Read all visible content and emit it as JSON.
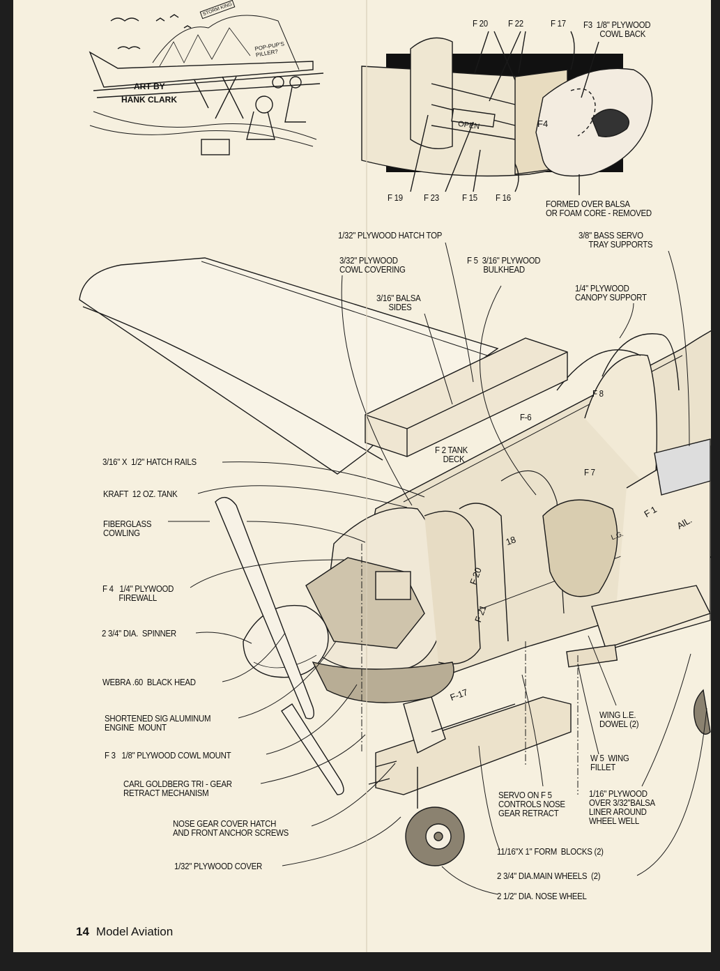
{
  "page": {
    "number": "14",
    "publication": "Model Aviation"
  },
  "cartoon": {
    "credit_line1": "ART BY",
    "credit_line2": "HANK CLARK",
    "sign": "STORM KING",
    "speech": "POP-PUP'S\nPILLER?"
  },
  "inset": {
    "callouts": [
      {
        "id": "f20",
        "text": "F 20"
      },
      {
        "id": "f22",
        "text": "F 22"
      },
      {
        "id": "f17",
        "text": "F 17"
      },
      {
        "id": "f3",
        "text": "F3  1/8\" PLYWOOD\n        COWL BACK"
      },
      {
        "id": "f19",
        "text": "F 19"
      },
      {
        "id": "f23",
        "text": "F 23"
      },
      {
        "id": "f15",
        "text": "F 15"
      },
      {
        "id": "f16",
        "text": "F 16"
      },
      {
        "id": "formed",
        "text": "FORMED OVER BALSA\nOR FOAM CORE - REMOVED"
      }
    ],
    "part_marks": {
      "open": "OPEN",
      "f4": "F4"
    }
  },
  "main": {
    "top_callouts": [
      {
        "id": "hatch-top",
        "text": "1/32\" PLYWOOD HATCH TOP"
      },
      {
        "id": "cowl-covering",
        "text": "3/32\" PLYWOOD\nCOWL COVERING"
      },
      {
        "id": "balsa-sides",
        "text": "3/16\" BALSA\n      SIDES"
      },
      {
        "id": "f5-bulkhead",
        "text": "F 5  3/16\" PLYWOOD\n        BULKHEAD"
      },
      {
        "id": "servo-tray",
        "text": "3/8\" BASS SERVO\n     TRAY SUPPORTS"
      },
      {
        "id": "canopy-support",
        "text": "1/4\" PLYWOOD\nCANOPY SUPPORT"
      }
    ],
    "left_callouts": [
      {
        "id": "hatch-rails",
        "text": "3/16\" X  1/2\" HATCH RAILS"
      },
      {
        "id": "tank",
        "text": "KRAFT  12 OZ. TANK"
      },
      {
        "id": "cowling",
        "text": "FIBERGLASS\nCOWLING"
      },
      {
        "id": "firewall",
        "text": "F 4   1/4\" PLYWOOD\n        FIREWALL"
      },
      {
        "id": "spinner",
        "text": "2 3/4\" DIA.  SPINNER"
      },
      {
        "id": "engine",
        "text": "WEBRA .60  BLACK HEAD"
      },
      {
        "id": "engine-mount",
        "text": "SHORTENED SIG ALUMINUM\nENGINE  MOUNT"
      },
      {
        "id": "cowl-mount",
        "text": "F 3   1/8\" PLYWOOD COWL MOUNT"
      },
      {
        "id": "retract",
        "text": "CARL GOLDBERG TRI - GEAR\nRETRACT MECHANISM"
      },
      {
        "id": "nose-hatch",
        "text": "NOSE GEAR COVER HATCH\nAND FRONT ANCHOR SCREWS"
      },
      {
        "id": "plywood-cover",
        "text": "1/32\" PLYWOOD COVER"
      }
    ],
    "right_callouts": [
      {
        "id": "wing-dowel",
        "text": "WING L.E.\nDOWEL (2)"
      },
      {
        "id": "wing-fillet",
        "text": "W 5  WING\nFILLET"
      },
      {
        "id": "servo-f5",
        "text": "SERVO ON F 5\nCONTROLS NOSE\nGEAR RETRACT"
      },
      {
        "id": "wheel-well",
        "text": "1/16\" PLYWOOD\nOVER 3/32\"BALSA\nLINER AROUND\nWHEEL WELL"
      },
      {
        "id": "form-blocks",
        "text": "11/16\"X 1\" FORM  BLOCKS (2)"
      },
      {
        "id": "main-wheels",
        "text": "2 3/4\" DIA.MAIN WHEELS  (2)"
      },
      {
        "id": "nose-wheel",
        "text": "2 1/2\" DIA. NOSE WHEEL"
      }
    ],
    "part_marks": [
      {
        "id": "f2",
        "text": "F 2 TANK\n    DECK"
      },
      {
        "id": "f6",
        "text": "F-6"
      },
      {
        "id": "f8",
        "text": "F 8"
      },
      {
        "id": "f7",
        "text": "F 7"
      },
      {
        "id": "f1",
        "text": "F 1"
      },
      {
        "id": "f18",
        "text": "18"
      },
      {
        "id": "f20m",
        "text": "F 20"
      },
      {
        "id": "f21m",
        "text": "F 21"
      },
      {
        "id": "f17m",
        "text": "F-17"
      },
      {
        "id": "ail",
        "text": "AIL."
      },
      {
        "id": "lg",
        "text": "L.G."
      }
    ]
  }
}
